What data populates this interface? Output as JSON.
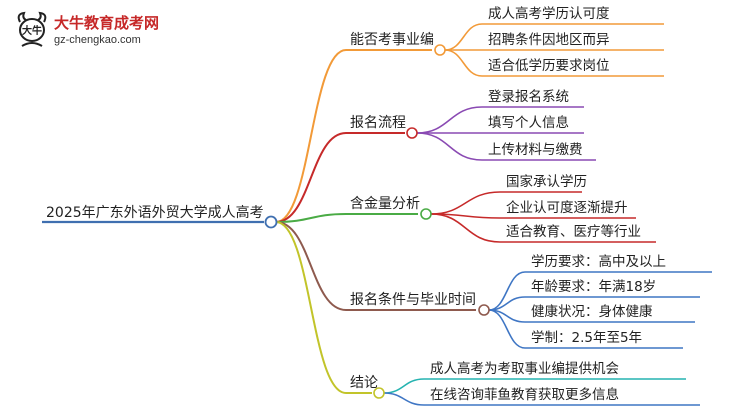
{
  "logo": {
    "title": "大牛教育成考网",
    "url": "gz-chengkao.com",
    "mark": "大牛"
  },
  "root": {
    "label": "2025年广东外语外贸大学成人高考",
    "color": "#3f6fb0"
  },
  "branches": [
    {
      "label": "能否考事业编",
      "color": "#f29a38",
      "children": [
        "成人高考学历认可度",
        "招聘条件因地区而异",
        "适合低学历要求岗位"
      ]
    },
    {
      "label": "报名流程",
      "color": "#c62a2a",
      "children": [
        "登录报名系统",
        "填写个人信息",
        "上传材料与缴费"
      ]
    },
    {
      "label": "含金量分析",
      "color": "#4aab45",
      "children": [
        "国家承认学历",
        "企业认可度逐渐提升",
        "适合教育、医疗等行业"
      ]
    },
    {
      "label": "报名条件与毕业时间",
      "color": "#8e5a4e",
      "children": [
        "学历要求：高中及以上",
        "年龄要求：年满18岁",
        "健康状况：身体健康",
        "学制：2.5年至5年"
      ]
    },
    {
      "label": "结论",
      "color": "#c2c42a",
      "children": [
        "成人高考为考取事业编提供机会",
        "在线咨询菲鱼教育获取更多信息"
      ]
    }
  ],
  "child_colors": [
    [
      "#f29a38",
      "#f29a38",
      "#f29a38"
    ],
    [
      "#8a4ab3",
      "#8a4ab3",
      "#8a4ab3"
    ],
    [
      "#c62a2a",
      "#c62a2a",
      "#c62a2a"
    ],
    [
      "#3f76c4",
      "#3f76c4",
      "#3f76c4",
      "#3f76c4"
    ],
    [
      "#25b3b0",
      "#3f76c4"
    ]
  ]
}
